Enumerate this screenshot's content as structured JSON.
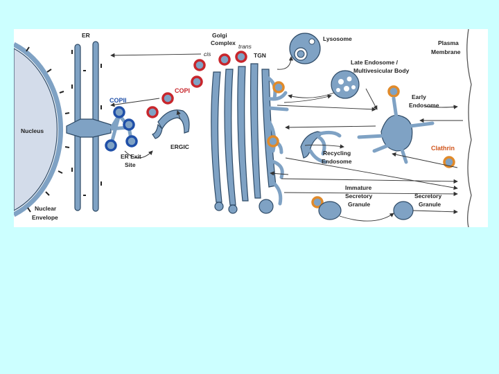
{
  "colors": {
    "page_background": "#ccffff",
    "figure_background": "#ffffff",
    "organelle_fill": "#7fa2c4",
    "organelle_outline": "#2e4a66",
    "copii_coat": "#1f4fa8",
    "copi_coat": "#c8262c",
    "clathrin_coat": "#e08a2a"
  },
  "labels": {
    "er": "ER",
    "golgi_line1": "Golgi",
    "golgi_line2": "Complex",
    "cis": "cis",
    "trans": "trans",
    "tgn": "TGN",
    "lysosome": "Lysosome",
    "plasma_line1": "Plasma",
    "plasma_line2": "Membrane",
    "late_endo_line1": "Late Endosome /",
    "late_endo_line2": "Multivesicular Body",
    "copi": "COPI",
    "copii": "COPII",
    "early_endo_line1": "Early",
    "early_endo_line2": "Endosome",
    "nucleus": "Nucleus",
    "er_exit_line1": "ER Exit",
    "er_exit_line2": "Site",
    "ergic": "ERGIC",
    "clathrin": "Clathrin",
    "recycling_line1": "Recycling",
    "recycling_line2": "Endosome",
    "immature_line1": "Immature",
    "immature_line2": "Secretory",
    "immature_line3": "Granule",
    "secretory_line1": "Secretory",
    "secretory_line2": "Granule",
    "nuclear_env_line1": "Nuclear",
    "nuclear_env_line2": "Envelope"
  }
}
